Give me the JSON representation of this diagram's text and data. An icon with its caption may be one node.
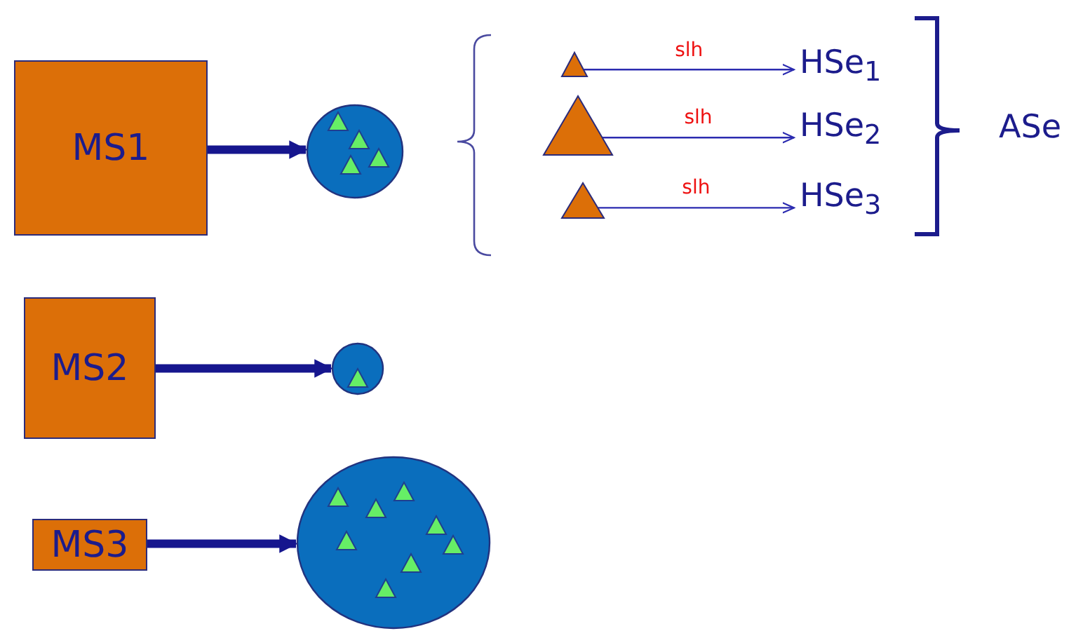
{
  "diagram": {
    "nodes": [
      {
        "text": [
          "MS1"
        ]
      },
      {
        "text": [],
        "shape": "circle"
      },
      {
        "text": [
          "MS2"
        ]
      },
      {
        "text": [],
        "shape": "circle"
      },
      {
        "text": [
          "MS3"
        ]
      },
      {
        "text": [],
        "shape": "circle"
      },
      {
        "text": [],
        "shape": "triangle"
      },
      {
        "text": [],
        "shape": "triangle"
      },
      {
        "text": [],
        "shape": "triangle"
      },
      {
        "text": [
          "HSe$_{1}$"
        ]
      },
      {
        "text": [
          "HSe$_{2}$"
        ]
      },
      {
        "text": [
          "HSe$_{3}$"
        ]
      },
      {
        "text": [
          "ASe"
        ]
      }
    ],
    "edges": [
      {
        "from": 0,
        "to": 1,
        "arrow": "to",
        "style": "thick"
      },
      {
        "from": 2,
        "to": 3,
        "arrow": "to",
        "style": "thick"
      },
      {
        "from": 4,
        "to": 5,
        "arrow": "to",
        "style": "thick"
      },
      {
        "from": 6,
        "to": 9,
        "arrow": "to",
        "label": "slh"
      },
      {
        "from": 7,
        "to": 10,
        "arrow": "to",
        "label": "slh"
      },
      {
        "from": 8,
        "to": 11,
        "arrow": "to",
        "label": "slh"
      }
    ]
  }
}
